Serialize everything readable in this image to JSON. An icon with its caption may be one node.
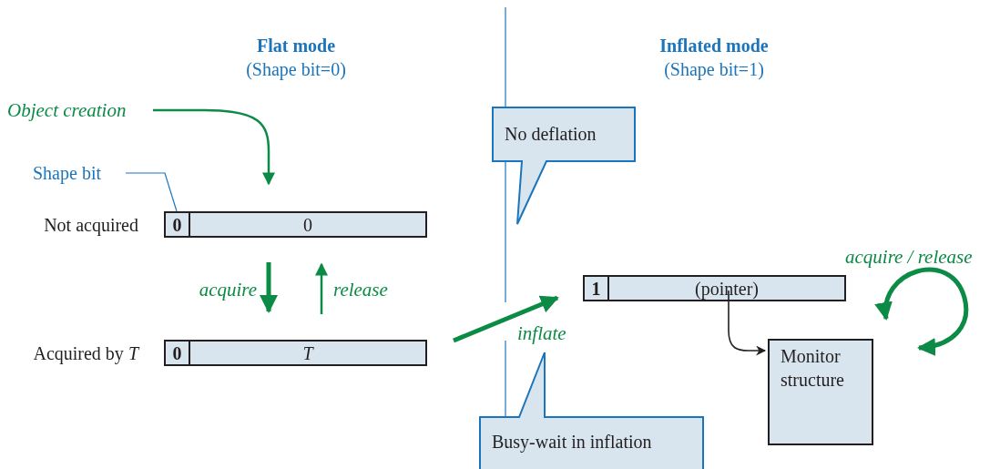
{
  "diagram": {
    "nodes": [
      {
        "text": [
          "Object creation"
        ]
      },
      {
        "text": [
          "Shape bit"
        ]
      },
      {
        "text": [],
        "shape": "bar",
        "beside": [
          "Not acquired"
        ]
      },
      {
        "text": [
          "0"
        ],
        "in": 2
      },
      {
        "text": [
          "0"
        ],
        "in": 2
      },
      {
        "text": [],
        "shape": "bar",
        "beside": [
          "Acquired by *T*"
        ]
      },
      {
        "text": [
          "0"
        ],
        "in": 5
      },
      {
        "text": [
          "T"
        ],
        "in": 5
      },
      {
        "text": [
          "No deflation"
        ]
      },
      {
        "text": [
          "Busy-wait in inflation"
        ]
      },
      {
        "text": [],
        "shape": "bar"
      },
      {
        "text": [
          "1"
        ],
        "in": 10
      },
      {
        "text": [
          "(pointer)"
        ],
        "in": 10
      },
      {
        "text": [
          "Monitor structure"
        ]
      }
    ],
    "edges": [
      {
        "from": 0,
        "to": 2,
        "arrow": "to",
        "color": "#0b8b45"
      },
      {
        "from": 1,
        "to": 3,
        "arrow": "none",
        "color": "#1b75bc"
      },
      {
        "from": 2,
        "to": 5,
        "label": "acquire",
        "arrow": "to",
        "style": "thick",
        "color": "#0b8b45"
      },
      {
        "from": 5,
        "to": 2,
        "label": "release",
        "arrow": "to",
        "color": "#0b8b45"
      },
      {
        "from": 5,
        "to": 10,
        "label": "inflate",
        "arrow": "to",
        "style": "thick",
        "color": "#0b8b45"
      },
      {
        "from": 12,
        "to": 13,
        "arrow": "to",
        "color": "#231f20"
      },
      {
        "from": 13,
        "to": 13,
        "label": "acquire / release",
        "arrow": "both",
        "style": "thick",
        "color": "#0b8b45"
      }
    ],
    "labels": [
      "Flat mode",
      "(Shape bit=0)",
      "Inflated mode",
      "(Shape bit=1)"
    ]
  }
}
